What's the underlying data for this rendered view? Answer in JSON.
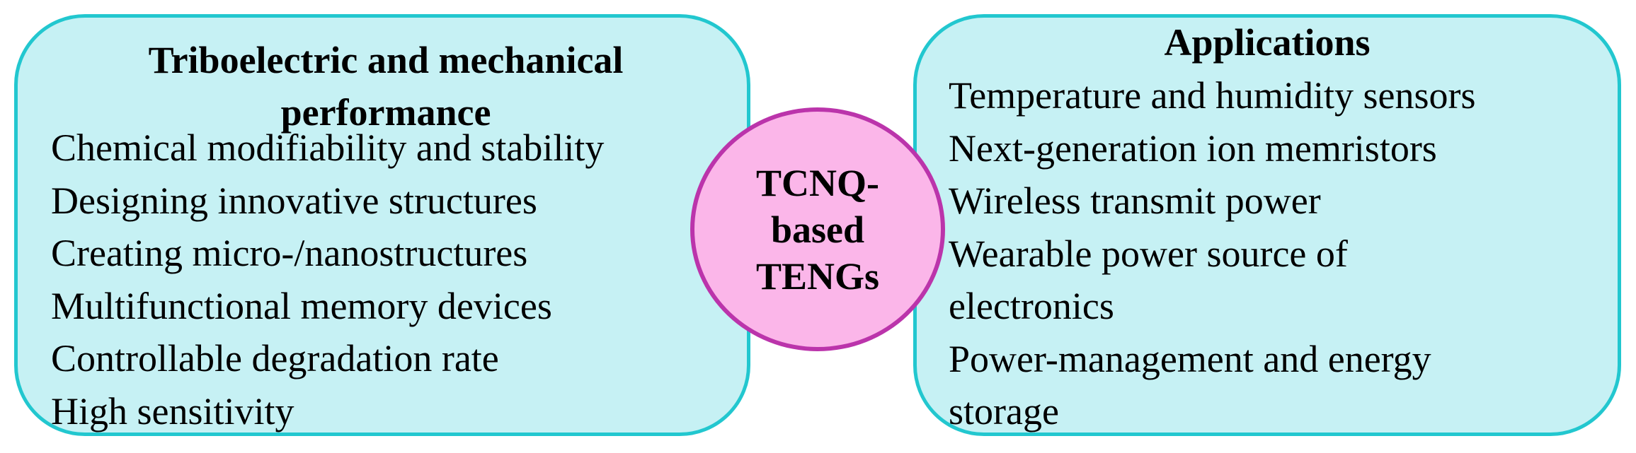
{
  "left_panel": {
    "title": "Triboelectric and mechanical performance",
    "items": [
      "Chemical modifiability and stability",
      "Designing innovative structures",
      "Creating micro-/nanostructures",
      "Multifunctional memory devices",
      "Controllable degradation rate",
      "High sensitivity"
    ]
  },
  "center": {
    "label": "TCNQ-based TENGs"
  },
  "right_panel": {
    "title": "Applications",
    "items": [
      "Temperature and humidity sensors",
      "Next-generation ion memristors",
      "Wireless transmit power",
      "Wearable power source of electronics",
      "Power-management and energy storage"
    ]
  },
  "colors": {
    "panel_fill": "#c6f1f4",
    "panel_border": "#22c7cf",
    "circle_fill": "#fbb6e9",
    "circle_border": "#bb34ab"
  }
}
